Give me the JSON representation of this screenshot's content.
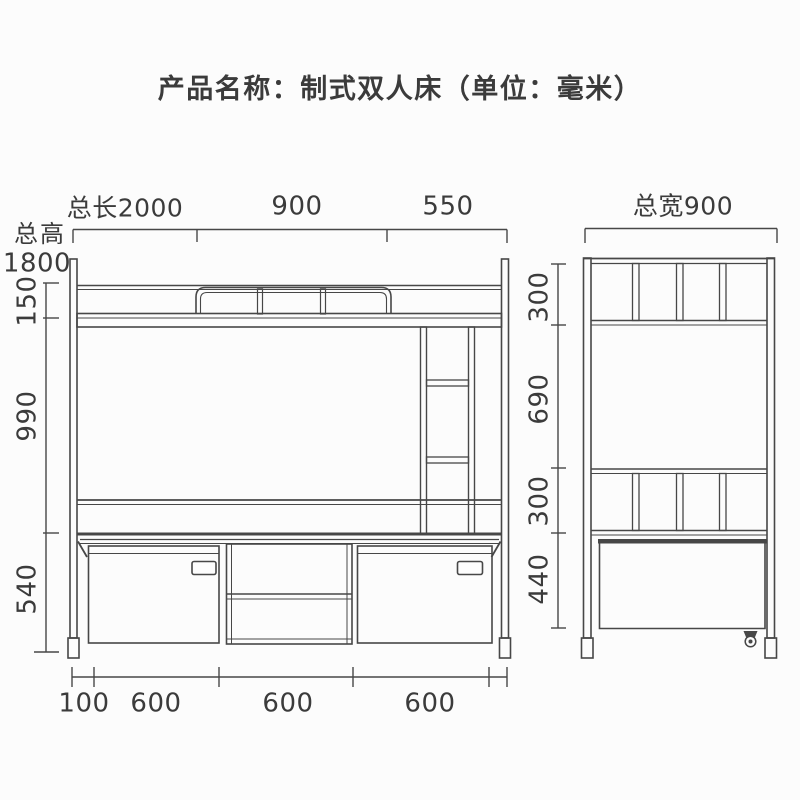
{
  "colors": {
    "line": "#474747",
    "text": "#3b3b3b",
    "background": "#fcfcfc"
  },
  "title": "产品名称：制式双人床（单位：毫米）",
  "front_view": {
    "top_dimensions": {
      "total_length": "总长2000",
      "guard_rail_span": "900",
      "ladder_span": "550"
    },
    "height_dimensions": {
      "total_label": "总高",
      "total_value": "1800",
      "guard_rail_height": "150",
      "between_bunks": "990",
      "under_bed_height": "540"
    },
    "bottom_dimensions": [
      "100",
      "600",
      "600",
      "600"
    ]
  },
  "side_view": {
    "total_width": "总宽900",
    "height_dimensions": {
      "upper_headboard": "300",
      "open_middle": "690",
      "lower_headboard": "300",
      "drawer_height": "440"
    }
  }
}
